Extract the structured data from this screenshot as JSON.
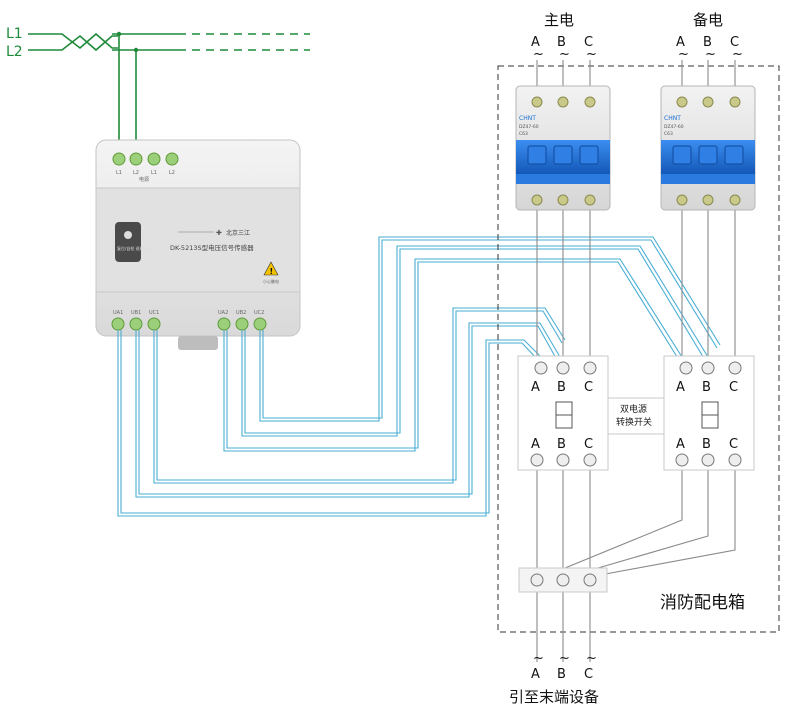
{
  "line_labels": {
    "l1": "L1",
    "l2": "L2"
  },
  "sensor": {
    "model_text": "DK-5213S型电压信号传感器",
    "brand": "北京三江",
    "button_text": "复位/自检  巡检状态",
    "warning_text": "小心触电",
    "top_terminals": [
      "L1",
      "L2",
      "L1",
      "L2"
    ],
    "top_group_label": "电源",
    "bottom_terminals": [
      "UA1",
      "UB1",
      "UC1",
      "UA2",
      "UB2",
      "UC2"
    ]
  },
  "breakers": {
    "main": {
      "title": "主电",
      "phases": [
        "A",
        "B",
        "C"
      ],
      "brand": "CHNT",
      "model": "DZ47-60",
      "rating": "C63"
    },
    "backup": {
      "title": "备电",
      "phases": [
        "A",
        "B",
        "C"
      ],
      "brand": "CHNT",
      "model": "DZ47-60",
      "rating": "C63"
    },
    "tilde": "~"
  },
  "transfer_switch": {
    "label_line1": "双电源",
    "label_line2": "转换开关",
    "top_phases": [
      "A",
      "B",
      "C"
    ],
    "bottom_phases": [
      "A",
      "B",
      "C"
    ]
  },
  "enclosure_label": "消防配电箱",
  "output": {
    "phases": [
      "A",
      "B",
      "C"
    ],
    "label": "引至末端设备"
  },
  "colors": {
    "phase_wire": "#1f8a3a",
    "signal_wire": "#4aaed6",
    "breaker_blue": "#1a6fd0",
    "grey_wire": "#888888"
  }
}
